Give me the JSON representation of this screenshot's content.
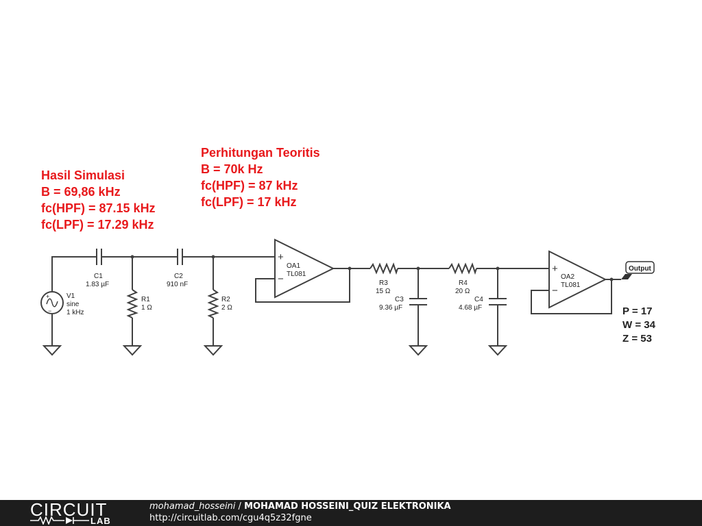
{
  "notes": {
    "simulation": {
      "title": "Hasil Simulasi",
      "lines": [
        "B = 69,86 kHz",
        "fc(HPF) = 87.15 kHz",
        "fc(LPF) = 17.29 kHz"
      ]
    },
    "theory": {
      "title": "Perhitungan Teoritis",
      "lines": [
        "B = 70k Hz",
        "fc(HPF) = 87 kHz",
        "fc(LPF) = 17 kHz"
      ]
    },
    "params": [
      "P = 17",
      "W = 34",
      "Z = 53"
    ]
  },
  "components": {
    "v1": {
      "name": "V1",
      "type": "sine",
      "value": "1 kHz"
    },
    "c1": {
      "name": "C1",
      "value": "1.83 µF"
    },
    "r1": {
      "name": "R1",
      "value": "1 Ω"
    },
    "c2": {
      "name": "C2",
      "value": "910 nF"
    },
    "r2": {
      "name": "R2",
      "value": "2 Ω"
    },
    "oa1": {
      "name": "OA1",
      "model": "TL081"
    },
    "r3": {
      "name": "R3",
      "value": "15 Ω"
    },
    "c3": {
      "name": "C3",
      "value": "9.36 µF"
    },
    "r4": {
      "name": "R4",
      "value": "20 Ω"
    },
    "c4": {
      "name": "C4",
      "value": "4.68 µF"
    },
    "oa2": {
      "name": "OA2",
      "model": "TL081"
    }
  },
  "output_label": "Output",
  "pin_plus": "+",
  "pin_minus": "−",
  "footer": {
    "logo_text": "CIRCUIT",
    "logo_sub": "LAB",
    "author": "mohamad_hosseini",
    "separator": " / ",
    "title": "MOHAMAD HOSSEINI_QUIZ ELEKTRONIKA",
    "url": "http://circuitlab.com/cgu4q5z32fgne"
  },
  "colors": {
    "accent": "#e8191c",
    "wire": "#404040",
    "footer_bg": "#1d1d1d"
  }
}
